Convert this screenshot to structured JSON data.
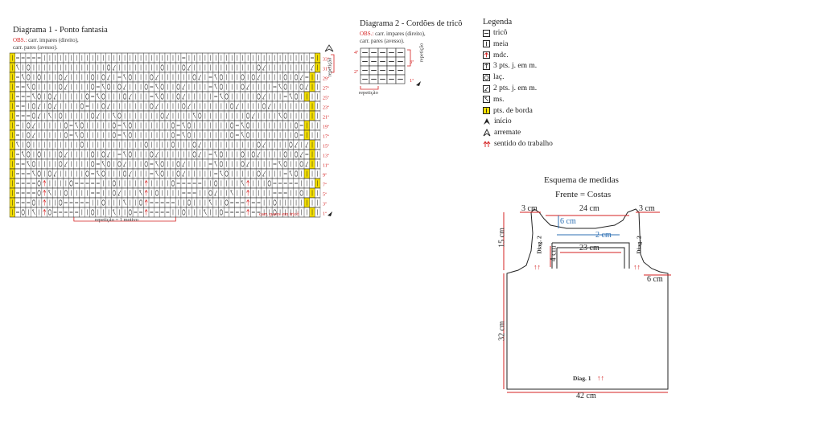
{
  "diagram1": {
    "title": "Diagrama 1 - Ponto fantasia",
    "obs_label": "OBS.:",
    "obs_line1": " carr. impares (direito),",
    "obs_line2": "carr. pares (avesso).",
    "repeat_label": "repetição",
    "repeat_motif_label": "repetição = 1 motivo",
    "even_rows_note": "carr. pares em tricô",
    "row_numbers": [
      "33ª",
      "31ª",
      "29ª",
      "27ª",
      "25ª",
      "23ª",
      "21ª",
      "19ª",
      "17ª",
      "15ª",
      "13ª",
      "11ª",
      "9ª",
      "7ª",
      "5ª",
      "3ª",
      "1ª"
    ],
    "rows": [
      "B-----||||||||||||||||||||||||||-|||||||||||||||||||||||-B",
      "BX|O||||||||||||||O<||||||||O|||O<||||||||||||O<||||||||<B",
      "B-XO|O|||O<||||O|O<|-XO|||O<||||||O<|-XO|||O|O<||||O|O<-B",
      "B--XO||||O<||||O-XO|O<|||O-XO||O<||||-XO|||O<||||-XO||O<B",
      "B---XO|O<|||||O-XO|||O<|||-XO||O<|||||-XO|||||O<|||-XO|B",
      "B--|O<|O<||||O-||O<|||||||O<||||O<|||||||O<||||O<|||||||B",
      "B---O<|X|O|||||O<||XO|||||||O<||||XO||||||||O<||||XO||||B",
      "B-|O<|||||O-XO|||||O-XO|||||||O-XO|||||||O-XO||||||||O-B",
      "B-|O<|||||O-XO|||||O-XO|||||||O-XO|||||||O-XO||||||||O-B",
      "BX|O|||||||||O|||||||||||O||||O|||O<||||||||||O<||||O<|<B",
      "B-XO|O|||O<||||O|O<|-XO|||O<||||||O<|-XO|||O|O<||||O|O<-B",
      "B--XO||||O<||||O-XO|O<|||O-XO||O<||||-XO|||O<||||-XO||O<B",
      "B---XO|O<|||||O-XO|||O<|||-XO||O<|||||-XO|||||O<|||-XO|B",
      "B----OX||||O-----||O|||||X||||O-----||O||||X||||O-----|||B",
      "B----O|X||O||||--||O<|||X||O||||---||O<||X||O||||---||O|B",
      "B---O|X||O-----||O|||X||O------||O|||X||O------||O|||||B",
      "B-O|X||O-----||O|||X||O-------||O|||X||O-------||O||||||B"
    ]
  },
  "diagram2": {
    "title": "Diagrama 2 - Cordões de tricô",
    "obs_label": "OBS.:",
    "obs_line1": " carr. impares (direito),",
    "obs_line2": "carr. pares (avesso).",
    "top_row_label": "4ª",
    "side_repeat_label": "repetição",
    "row3_label": "3ª",
    "row2_label": "2ª",
    "row1_label": "1ª",
    "bottom_repeat_label": "repetição",
    "rows": [
      "-----",
      "-----",
      "-----",
      "-----"
    ]
  },
  "legend": {
    "title": "Legenda",
    "items": [
      {
        "symbol": "-",
        "label": "tricô"
      },
      {
        "symbol": "|",
        "label": "meia"
      },
      {
        "symbol": "arrow",
        "label": "mdc."
      },
      {
        "symbol": "T",
        "label": "3 pts. j. em m."
      },
      {
        "symbol": "O",
        "label": "laç."
      },
      {
        "symbol": "<",
        "label": "2 pts. j. em m."
      },
      {
        "symbol": "X",
        "label": "ms."
      },
      {
        "symbol": "B",
        "label": "pts. de borda"
      },
      {
        "symbol": "start",
        "label": "início"
      },
      {
        "symbol": "end",
        "label": "arremate"
      },
      {
        "symbol": "dir",
        "label": "sentido do trabalho"
      }
    ]
  },
  "schema": {
    "title": "Esquema de medidas",
    "subtitle": "Frente = Costas",
    "m_shoulder_left": "3 cm",
    "m_neck_width": "24 cm",
    "m_shoulder_right": "3 cm",
    "m_neck_depth": "6 cm",
    "m_inner_band": "2 cm",
    "m_armhole_height": "15 cm",
    "m_inner_width": "23 cm",
    "m_inner_depth": "4 cm",
    "m_armhole_width": "6 cm",
    "m_body_height": "32 cm",
    "m_total_width": "42 cm",
    "diag2_left": "Diag. 2",
    "diag2_right": "Diag. 2",
    "diag1": "Diag. 1",
    "arrows": "↑↑"
  }
}
